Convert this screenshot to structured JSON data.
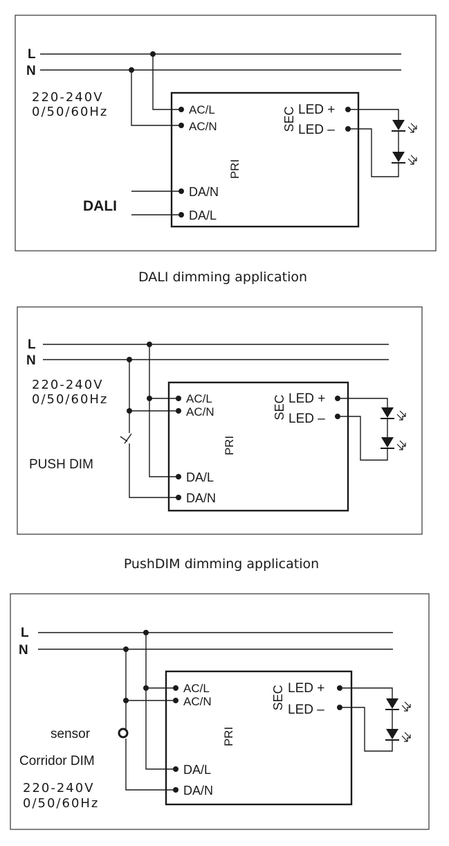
{
  "diagrams": [
    {
      "line_label": "L",
      "neutral_label": "N",
      "voltage": "220-240V",
      "frequency": "0/50/60Hz",
      "control_label": "DALI",
      "terminals": {
        "ac_l": "AC/L",
        "ac_n": "AC/N",
        "da_1": "DA/N",
        "da_2": "DA/L",
        "led_plus": "LED +",
        "led_minus": "LED –",
        "pri": "PRI",
        "sec": "SEC"
      },
      "caption": "DALI dimming application"
    },
    {
      "line_label": "L",
      "neutral_label": "N",
      "voltage": "220-240V",
      "frequency": "0/50/60Hz",
      "control_label": "PUSH DIM",
      "terminals": {
        "ac_l": "AC/L",
        "ac_n": "AC/N",
        "da_1": "DA/L",
        "da_2": "DA/N",
        "led_plus": "LED +",
        "led_minus": "LED –",
        "pri": "PRI",
        "sec": "SEC"
      },
      "caption": "PushDIM dimming application"
    },
    {
      "line_label": "L",
      "neutral_label": "N",
      "voltage": "220-240V",
      "frequency": "0/50/60Hz",
      "sensor_label": "sensor",
      "control_label": "Corridor DIM",
      "terminals": {
        "ac_l": "AC/L",
        "ac_n": "AC/N",
        "da_1": "DA/L",
        "da_2": "DA/N",
        "led_plus": "LED +",
        "led_minus": "LED –",
        "pri": "PRI",
        "sec": "SEC"
      }
    }
  ],
  "icons": {
    "led": "led-diode-icon",
    "switch": "push-switch-icon",
    "sensor": "sensor-icon"
  }
}
